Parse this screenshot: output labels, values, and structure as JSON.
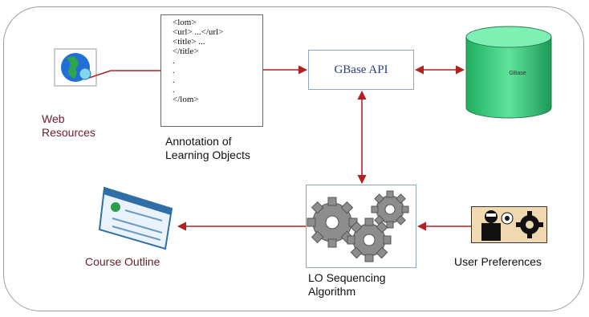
{
  "diagram": {
    "nodes": {
      "web_resources": {
        "label": "Web\nResources",
        "icon": "globe-icon"
      },
      "annotation": {
        "label": "Annotation of\nLearning Objects",
        "doc_lines": [
          "<lom>",
          "<url> ...</url>",
          "<title> ...",
          "</title>",
          ".",
          ".",
          ".",
          ".",
          "</lom>"
        ]
      },
      "gbase_api": {
        "label": "GBase API"
      },
      "gbase_db": {
        "label": "GBase",
        "icon": "database-icon"
      },
      "sequencing": {
        "label": "LO Sequencing\nAlgorithm",
        "icon": "gears-icon"
      },
      "user_prefs": {
        "label": "User Preferences",
        "icon": "person-gear-icon"
      },
      "course_outline": {
        "label": "Course Outline",
        "icon": "browser-window-icon"
      }
    },
    "edge_color": "#b22222",
    "db_color": "#33c27a"
  }
}
